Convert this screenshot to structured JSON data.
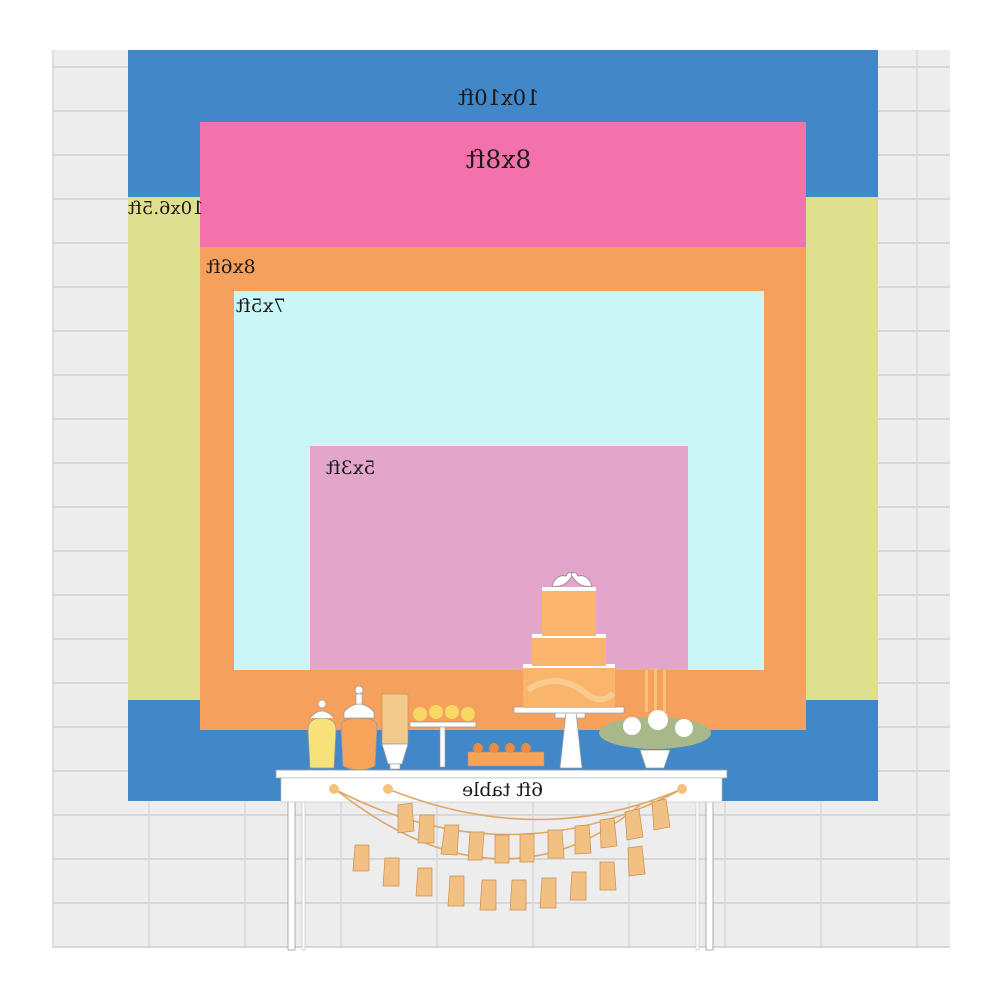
{
  "zones": [
    {
      "label": "10x10ft",
      "color": "#4287c8"
    },
    {
      "label": "10x6.5ft",
      "color": "#dfe08e"
    },
    {
      "label": "8x8ft",
      "color": "#f372ac"
    },
    {
      "label": "8x6ft",
      "color": "#f5a05d"
    },
    {
      "label": "7x5ft",
      "color": "#cbf6f7"
    },
    {
      "label": "5x3ft",
      "color": "#e4a5ca"
    }
  ],
  "table": {
    "label": "6ft table",
    "top_color": "#ffffff",
    "accent": "#f5c27e"
  }
}
